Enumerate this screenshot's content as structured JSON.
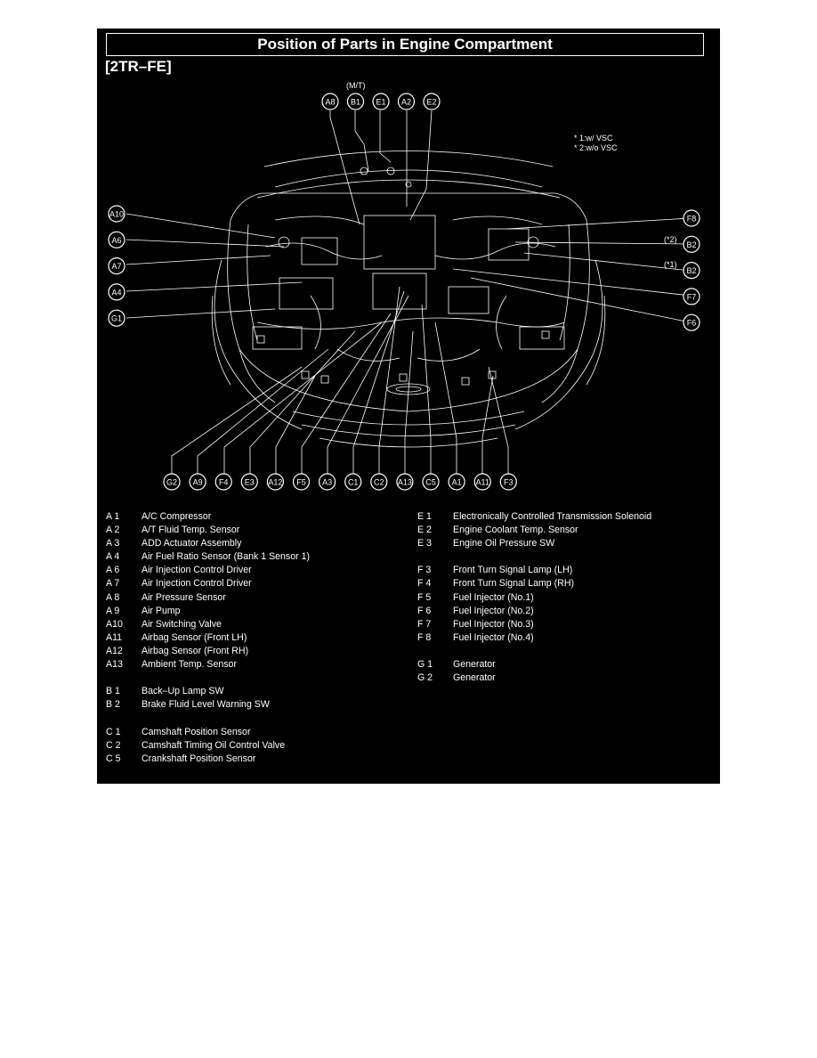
{
  "title": "Position of Parts in Engine Compartment",
  "engine_code": "[2TR–FE]",
  "mt_note": "(M/T)",
  "vsc_notes": [
    "* 1:w/ VSC",
    "* 2:w/o VSC"
  ],
  "star_notes": [
    "(*2)",
    "(*1)"
  ],
  "top_callouts": [
    "A8",
    "B1",
    "E1",
    "A2",
    "E2"
  ],
  "left_callouts": [
    "A10",
    "A6",
    "A7",
    "A4",
    "G1"
  ],
  "right_callouts": [
    "F8",
    "B2",
    "B2",
    "F7",
    "F6"
  ],
  "bottom_callouts": [
    "G2",
    "A9",
    "F4",
    "E3",
    "A12",
    "F5",
    "A3",
    "C1",
    "C2",
    "A13",
    "C5",
    "A1",
    "A11",
    "F3"
  ],
  "legend_left": [
    {
      "code": "A  1",
      "name": "A/C Compressor"
    },
    {
      "code": "A  2",
      "name": "A/T Fluid Temp. Sensor"
    },
    {
      "code": "A  3",
      "name": "ADD Actuator Assembly"
    },
    {
      "code": "A  4",
      "name": "Air Fuel Ratio Sensor (Bank 1 Sensor 1)"
    },
    {
      "code": "A  6",
      "name": "Air Injection Control Driver"
    },
    {
      "code": "A  7",
      "name": "Air Injection Control Driver"
    },
    {
      "code": "A  8",
      "name": "Air Pressure Sensor"
    },
    {
      "code": "A  9",
      "name": "Air Pump"
    },
    {
      "code": "A10",
      "name": "Air Switching Valve"
    },
    {
      "code": "A11",
      "name": "Airbag Sensor (Front LH)"
    },
    {
      "code": "A12",
      "name": "Airbag Sensor (Front RH)"
    },
    {
      "code": "A13",
      "name": "Ambient Temp. Sensor"
    },
    {
      "code": "",
      "name": ""
    },
    {
      "code": "B  1",
      "name": "Back–Up Lamp SW"
    },
    {
      "code": "B  2",
      "name": "Brake Fluid Level Warning SW"
    },
    {
      "code": "",
      "name": ""
    },
    {
      "code": "C  1",
      "name": "Camshaft Position Sensor"
    },
    {
      "code": "C  2",
      "name": "Camshaft Timing Oil Control Valve"
    },
    {
      "code": "C  5",
      "name": "Crankshaft Position Sensor"
    }
  ],
  "legend_right": [
    {
      "code": "E  1",
      "name": "Electronically Controlled Transmission Solenoid"
    },
    {
      "code": "E  2",
      "name": "Engine Coolant Temp. Sensor"
    },
    {
      "code": "E  3",
      "name": "Engine Oil Pressure SW"
    },
    {
      "code": "",
      "name": ""
    },
    {
      "code": "F  3",
      "name": "Front Turn Signal Lamp (LH)"
    },
    {
      "code": "F  4",
      "name": "Front Turn Signal Lamp (RH)"
    },
    {
      "code": "F  5",
      "name": "Fuel Injector (No.1)"
    },
    {
      "code": "F  6",
      "name": "Fuel Injector (No.2)"
    },
    {
      "code": "F  7",
      "name": "Fuel Injector (No.3)"
    },
    {
      "code": "F  8",
      "name": "Fuel Injector (No.4)"
    },
    {
      "code": "",
      "name": ""
    },
    {
      "code": "G  1",
      "name": "Generator"
    },
    {
      "code": "G  2",
      "name": "Generator"
    }
  ]
}
